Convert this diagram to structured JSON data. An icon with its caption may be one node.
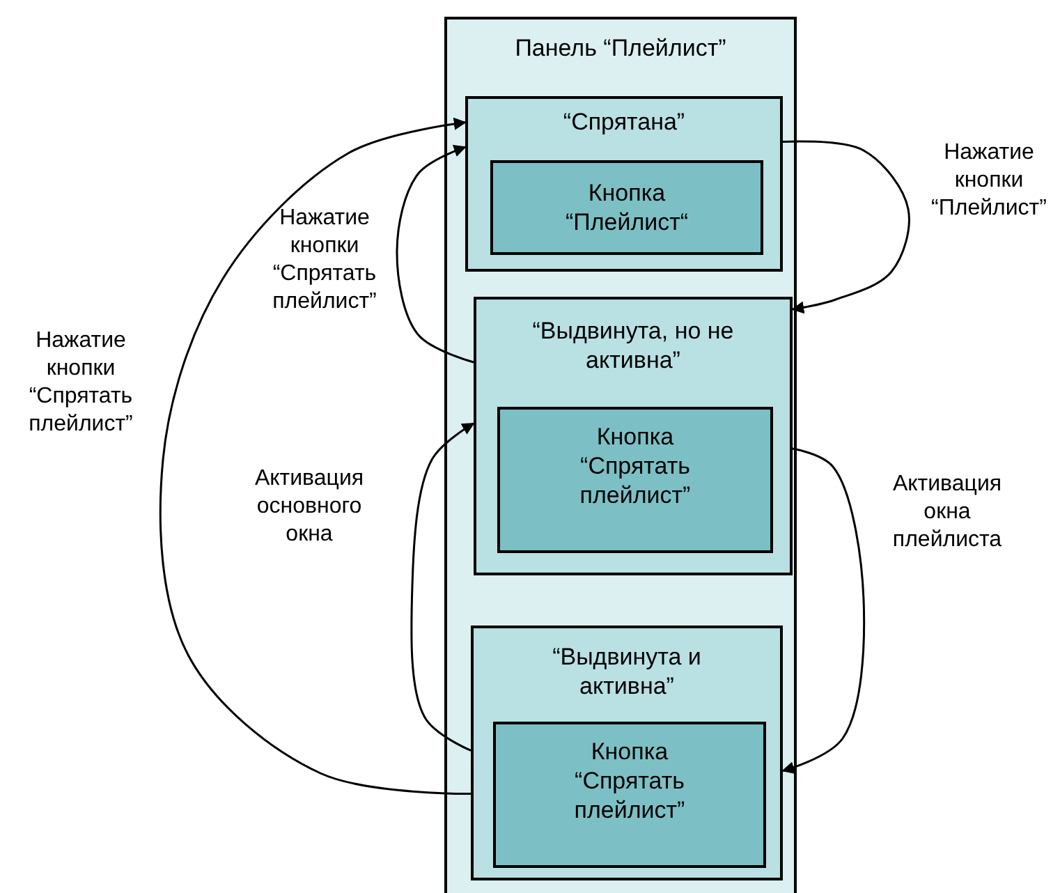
{
  "diagram": {
    "nodes": [
      {
        "text": [
          "Панель “Плейлист”"
        ]
      },
      {
        "text": [
          "“Спрятана”"
        ],
        "in": 0
      },
      {
        "text": [
          "Кнопка “Плейлист“"
        ],
        "in": 1
      },
      {
        "text": [
          "“Выдвинута, но не активна”"
        ],
        "in": 0
      },
      {
        "text": [
          "Кнопка “Спрятать плейлист”"
        ],
        "in": 3
      },
      {
        "text": [
          "“Выдвинута и активна”"
        ],
        "in": 0
      },
      {
        "text": [
          "Кнопка “Спрятать плейлист”"
        ],
        "in": 5
      }
    ],
    "edges": [
      {
        "from": 1,
        "to": 3,
        "arrow": "to",
        "label": "Нажатие кнопки “Плейлист”"
      },
      {
        "from": 3,
        "to": 1,
        "arrow": "to",
        "label": "Нажатие кнопки “Спрятать плейлист”"
      },
      {
        "from": 3,
        "to": 5,
        "arrow": "to",
        "label": "Активация окна плейлиста"
      },
      {
        "from": 5,
        "to": 3,
        "arrow": "to",
        "label": "Активация основного окна"
      },
      {
        "from": 5,
        "to": 1,
        "arrow": "to",
        "label": "Нажатие кнопки “Спрятать плейлист”"
      }
    ]
  }
}
